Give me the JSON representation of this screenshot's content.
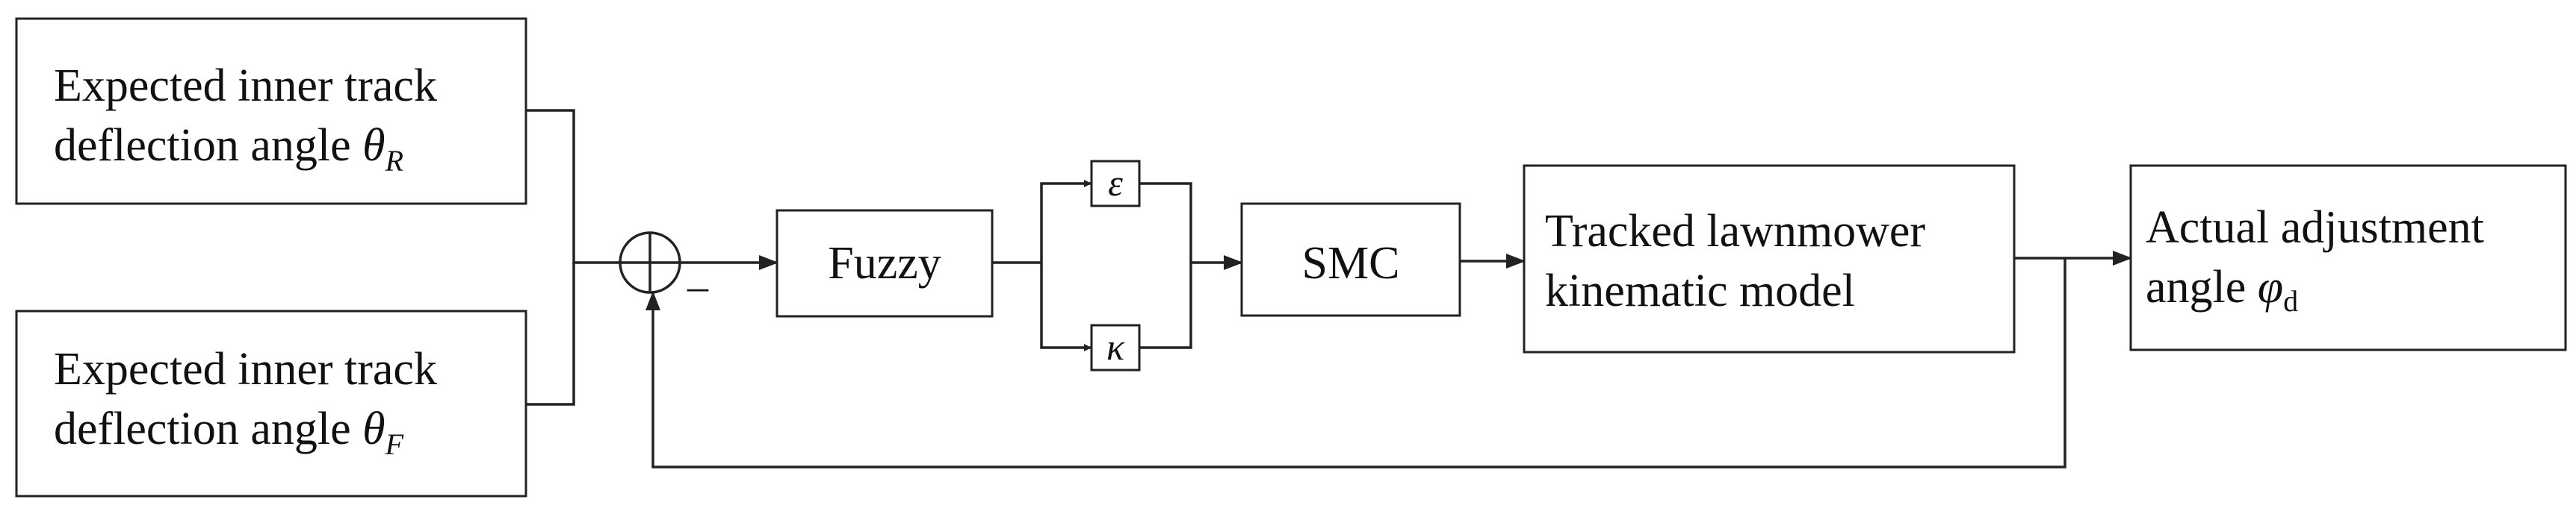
{
  "blocks": {
    "input_r": {
      "line1": "Expected inner track",
      "line2_text": "deflection angle ",
      "symbol": "θ",
      "subscript": "R"
    },
    "input_f": {
      "line1": "Expected inner track",
      "line2_text": "deflection angle ",
      "symbol": "θ",
      "subscript": "F"
    },
    "fuzzy": {
      "label": "Fuzzy"
    },
    "epsilon": {
      "label": "ε"
    },
    "kappa": {
      "label": "κ"
    },
    "smc": {
      "label": "SMC"
    },
    "model": {
      "line1": "Tracked lawnmower",
      "line2": "kinematic model"
    },
    "output": {
      "line1": "Actual adjustment",
      "line2_text": "angle ",
      "symbol": "φ",
      "subscript": "d"
    }
  },
  "summing_junction": {
    "feedback_sign": "–"
  },
  "colors": {
    "stroke": "#222222",
    "text": "#111111",
    "background": "#ffffff"
  }
}
